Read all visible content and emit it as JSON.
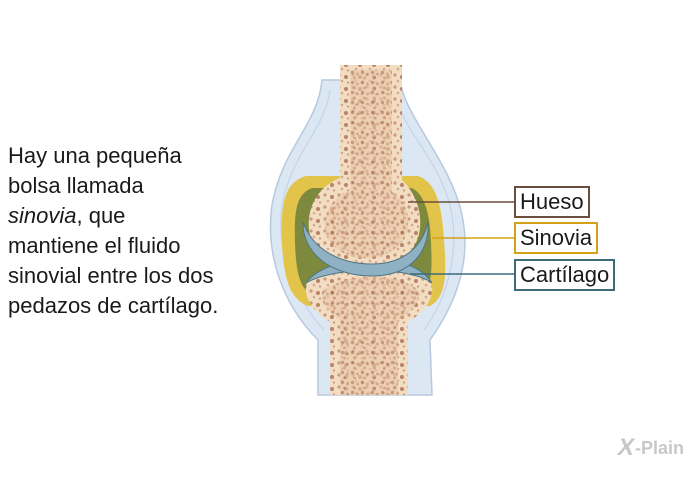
{
  "caption": {
    "line1": "Hay una pequeña",
    "line2": "bolsa llamada",
    "line3_italic": "sinovia",
    "line3_rest": ", que",
    "line4": "mantiene el fluido",
    "line5": "sinovial entre los dos",
    "line6": "pedazos de cartílago."
  },
  "labels": [
    {
      "text": "Hueso",
      "color": "#6b4e3d"
    },
    {
      "text": "Sinovia",
      "color": "#d4a017"
    },
    {
      "text": "Cartílago",
      "color": "#3d6b7a"
    }
  ],
  "logo": {
    "mark": "X",
    "text": "-Plain"
  },
  "colors": {
    "bone_fill": "#f2ddc2",
    "bone_pores": "#c89a7e",
    "synovium": "#e3c44a",
    "synovial_fluid": "#7d8a3d",
    "cartilage": "#8eb2c4",
    "capsule": "#d7e4f3"
  }
}
